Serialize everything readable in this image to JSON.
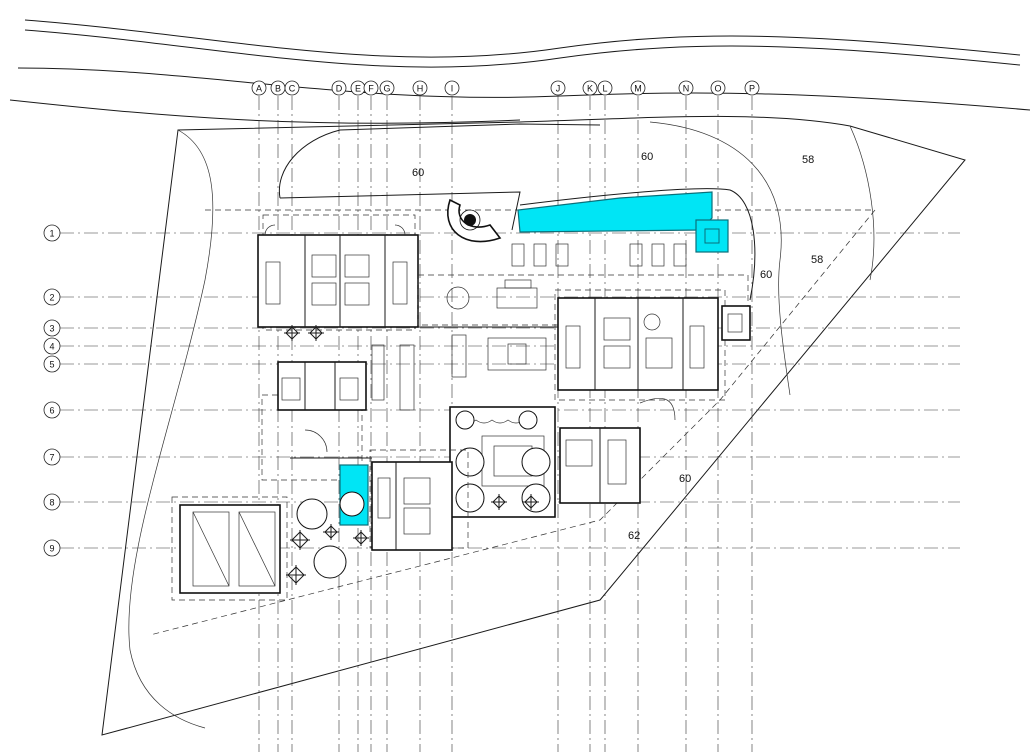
{
  "title": "",
  "colors": {
    "pool": "#00e5f5",
    "line": "#1a1a1a",
    "background": "#ffffff"
  },
  "grid_columns": [
    "A",
    "B",
    "C",
    "D",
    "E",
    "F",
    "G",
    "H",
    "I",
    "J",
    "K",
    "L",
    "M",
    "N",
    "O",
    "P"
  ],
  "grid_rows": [
    "1",
    "2",
    "3",
    "4",
    "5",
    "6",
    "7",
    "8",
    "9"
  ],
  "elevations": {
    "top_center": "60",
    "top_right_center": "60",
    "top_right": "58",
    "right_upper": "58",
    "right_mid": "60",
    "lower_right": "60",
    "bottom": "62"
  }
}
